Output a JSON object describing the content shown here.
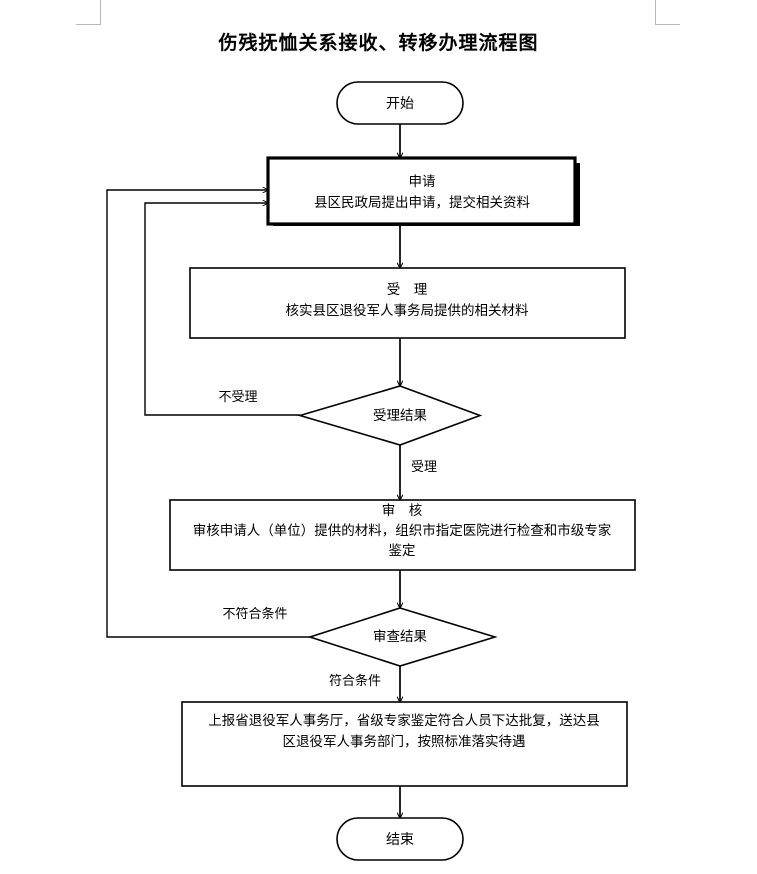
{
  "document": {
    "title": "伤残抚恤关系接收、转移办理流程图"
  },
  "page_marks": {
    "top_left": "corner-mark",
    "top_right": "corner-mark"
  },
  "flowchart": {
    "type": "flowchart",
    "orientation": "top-to-bottom",
    "nodes": [
      {
        "id": "start",
        "shape": "terminator",
        "label": "开始",
        "lines": [
          "开始"
        ]
      },
      {
        "id": "apply",
        "shape": "process",
        "emphasis": true,
        "label": "申请",
        "lines": [
          "申请",
          "县区民政局提出申请，提交相关资料"
        ]
      },
      {
        "id": "accept",
        "shape": "process",
        "label": "受 理",
        "lines": [
          "受　理",
          "核实县区退役军人事务局提供的相关材料"
        ]
      },
      {
        "id": "accept_result",
        "shape": "decision",
        "label": "受理结果",
        "lines": [
          "受理结果"
        ]
      },
      {
        "id": "review",
        "shape": "process",
        "label": "审 核",
        "lines": [
          "审　核",
          "审核申请人（单位）提供的材料，组织市指定医院进行检查和市级专家",
          "鉴定"
        ]
      },
      {
        "id": "review_result",
        "shape": "decision",
        "label": "审查结果",
        "lines": [
          "审查结果"
        ]
      },
      {
        "id": "report",
        "shape": "process",
        "label": "上报省退役军人事务厅",
        "lines": [
          "上报省退役军人事务厅，省级专家鉴定符合人员下达批复，送达县",
          "区退役军人事务部门，按照标准落实待遇"
        ]
      },
      {
        "id": "end",
        "shape": "terminator",
        "label": "结束",
        "lines": [
          "结束"
        ]
      }
    ],
    "edges": [
      {
        "id": "e-start-apply",
        "from": "start",
        "to": "apply",
        "label": ""
      },
      {
        "id": "e-apply-accept",
        "from": "apply",
        "to": "accept",
        "label": ""
      },
      {
        "id": "e-accept-result",
        "from": "accept",
        "to": "accept_result",
        "label": ""
      },
      {
        "id": "e-result-no",
        "from": "accept_result",
        "to": "apply",
        "label": "不受理"
      },
      {
        "id": "e-result-yes",
        "from": "accept_result",
        "to": "review",
        "label": "受理"
      },
      {
        "id": "e-review-result",
        "from": "review",
        "to": "review_result",
        "label": ""
      },
      {
        "id": "e-review-no",
        "from": "review_result",
        "to": "apply",
        "label": "不符合条件"
      },
      {
        "id": "e-review-yes",
        "from": "review_result",
        "to": "report",
        "label": "符合条件"
      },
      {
        "id": "e-report-end",
        "from": "report",
        "to": "end",
        "label": ""
      }
    ],
    "colors": {
      "stroke": "#000000",
      "fill": "#ffffff",
      "text": "#000000",
      "mark": "#b6b6b6"
    }
  }
}
